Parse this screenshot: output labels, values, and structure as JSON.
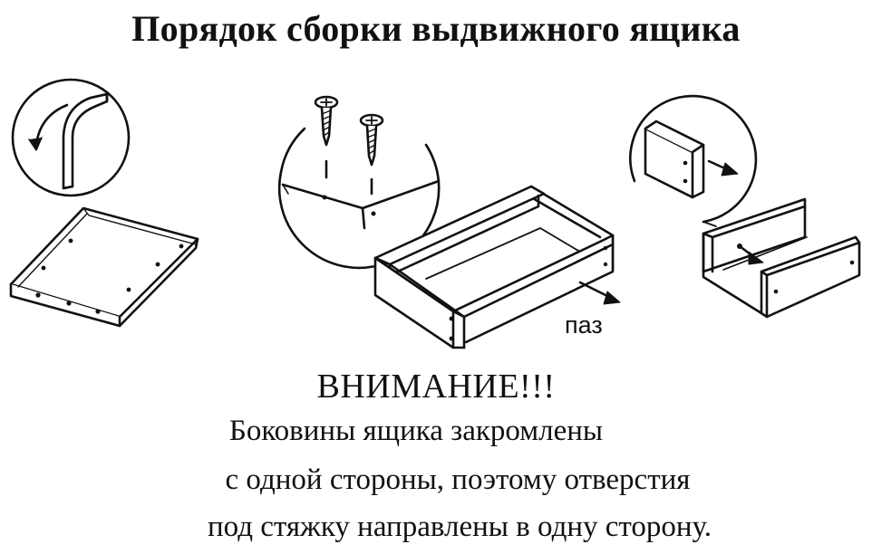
{
  "title": "Порядок сборки выдвижного ящика",
  "groove_label": "паз",
  "warning": {
    "heading": "ВНИМАНИЕ!!!",
    "lines": [
      "Боковины ящика закромлены",
      "с одной стороны, поэтому отверстия",
      "под стяжку направлены в одну сторону."
    ]
  }
}
